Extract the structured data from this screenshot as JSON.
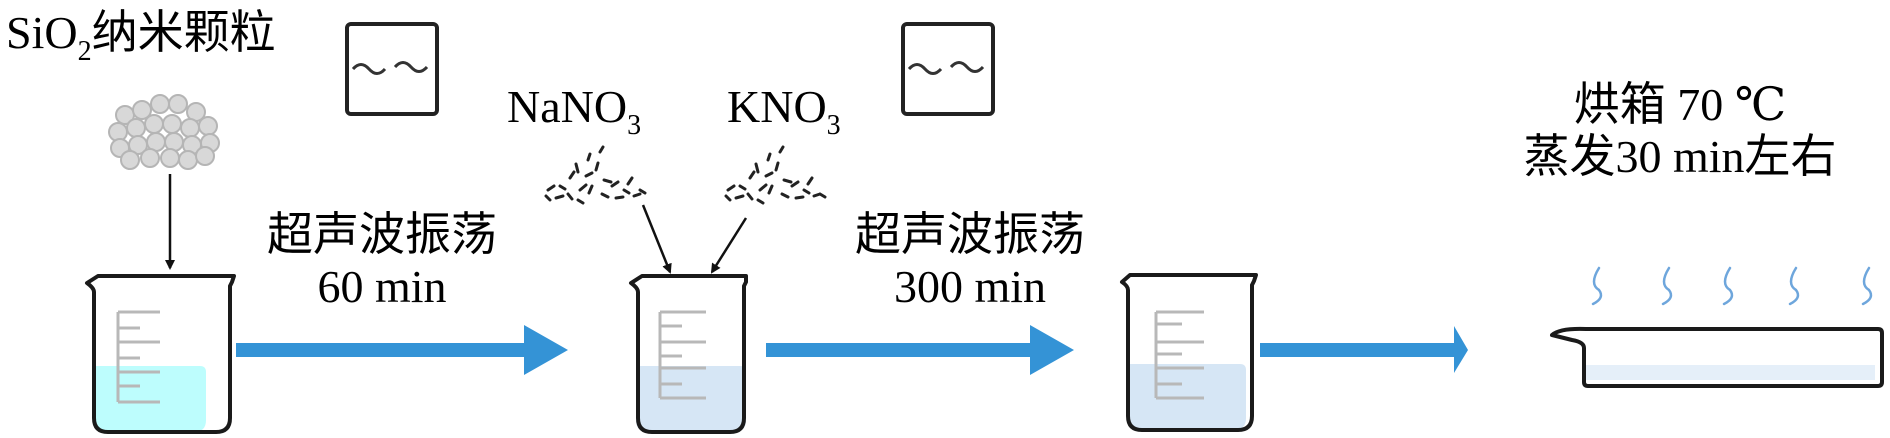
{
  "diagram": {
    "title": "SiO2 nanoparticle composite preparation process",
    "colors": {
      "arrow": "#3493d6",
      "liquid_step1": "#bdfdfd",
      "liquid_step2": "#d6e6f5",
      "liquid_dish": "#e5eff9",
      "steam": "#6ea6dc",
      "outline": "#1a1a1a",
      "scale": "#b8b8b8"
    },
    "reagents": {
      "sio2": {
        "base": "SiO",
        "sub": "2",
        "suffix": "纳米颗粒"
      },
      "nano3": {
        "base": "NaNO",
        "sub": "3"
      },
      "kno3": {
        "base": "KNO",
        "sub": "3"
      }
    },
    "steps": [
      {
        "action": "超声波振荡",
        "duration": "60 min"
      },
      {
        "action": "超声波振荡",
        "duration": "300 min"
      },
      {
        "action_line1": "烘箱 70 ℃",
        "action_line2": "蒸发30 min左右"
      }
    ],
    "icons": [
      "water-container-icon",
      "water-container-icon"
    ]
  }
}
